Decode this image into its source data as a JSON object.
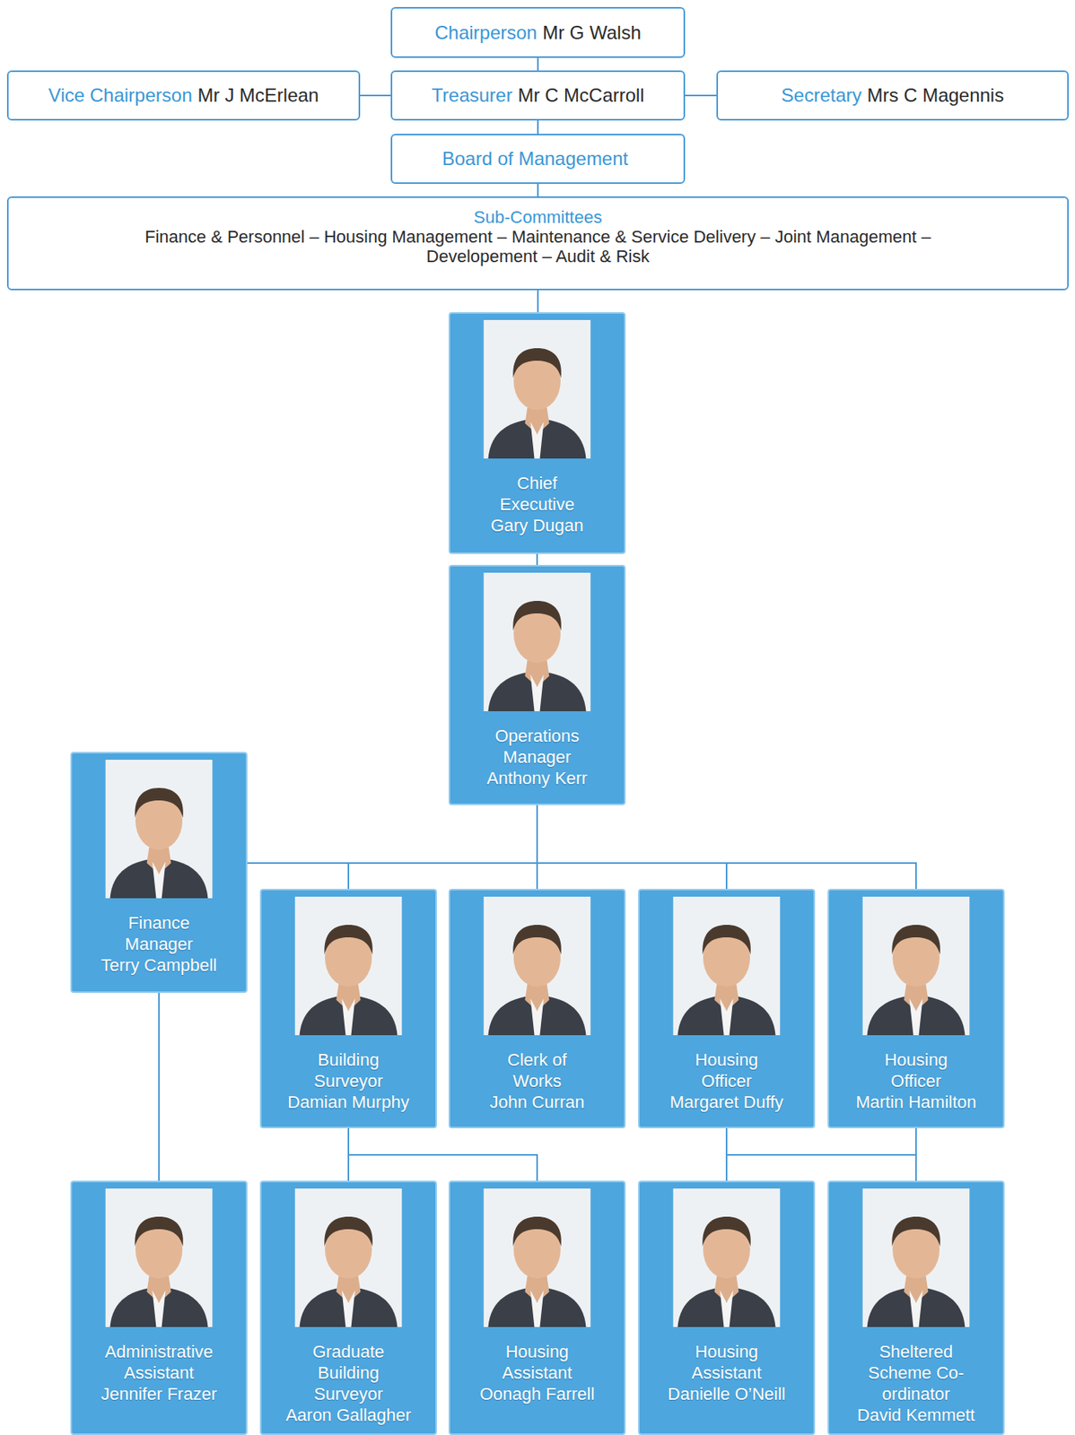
{
  "diagram": {
    "nodes": [
      {
        "text": [
          "Chairperson",
          "Mr G Walsh"
        ]
      },
      {
        "text": [
          "Vice Chairperson",
          "Mr J McErlean"
        ]
      },
      {
        "text": [
          "Treasurer",
          "Mr C McCarroll"
        ]
      },
      {
        "text": [
          "Secretary",
          "Mrs C Magennis"
        ]
      },
      {
        "text": [
          "Board of Management"
        ]
      },
      {
        "text": [
          "Sub-Committees",
          "Finance & Personnel – Housing Management – Maintenance & Service Delivery – Joint Management – Developement – Audit & Risk"
        ]
      },
      {
        "text": [
          "Chief Executive",
          "Gary Dugan"
        ]
      },
      {
        "text": [
          "Operations Manager",
          "Anthony Kerr"
        ]
      },
      {
        "text": [
          "Finance Manager",
          "Terry Campbell"
        ]
      },
      {
        "text": [
          "Building Surveyor",
          "Damian Murphy"
        ]
      },
      {
        "text": [
          "Clerk of Works",
          "John Curran"
        ]
      },
      {
        "text": [
          "Housing Officer",
          "Margaret Duffy"
        ]
      },
      {
        "text": [
          "Housing Officer",
          "Martin Hamilton"
        ]
      },
      {
        "text": [
          "Administrative Assistant",
          "Jennifer Frazer"
        ]
      },
      {
        "text": [
          "Graduate Building Surveyor",
          "Aaron Gallagher"
        ]
      },
      {
        "text": [
          "Housing Assistant",
          "Oonagh Farrell"
        ]
      },
      {
        "text": [
          "Housing Assistant",
          "Danielle O’Neill"
        ]
      },
      {
        "text": [
          "Sheltered Scheme Co-ordinator",
          "David Kemmett"
        ]
      }
    ],
    "edges": [
      {
        "from": 0,
        "to": 2,
        "arrow": "none"
      },
      {
        "from": 2,
        "to": 1,
        "arrow": "none"
      },
      {
        "from": 2,
        "to": 3,
        "arrow": "none"
      },
      {
        "from": 2,
        "to": 4,
        "arrow": "none"
      },
      {
        "from": 4,
        "to": 5,
        "arrow": "none"
      },
      {
        "from": 5,
        "to": 6,
        "arrow": "none"
      },
      {
        "from": 6,
        "to": 7,
        "arrow": "none"
      },
      {
        "from": 7,
        "to": 8,
        "arrow": "none"
      },
      {
        "from": 7,
        "to": 9,
        "arrow": "none"
      },
      {
        "from": 7,
        "to": 10,
        "arrow": "none"
      },
      {
        "from": 7,
        "to": 11,
        "arrow": "none"
      },
      {
        "from": 7,
        "to": 12,
        "arrow": "none"
      },
      {
        "from": 8,
        "to": 13,
        "arrow": "none"
      },
      {
        "from": 9,
        "to": 14,
        "arrow": "none"
      },
      {
        "from": 9,
        "to": 15,
        "arrow": "none"
      },
      {
        "from": 11,
        "to": 16,
        "arrow": "none"
      },
      {
        "from": 11,
        "to": 17,
        "arrow": "none"
      },
      {
        "from": 12,
        "to": 16,
        "arrow": "none"
      },
      {
        "from": 12,
        "to": 17,
        "arrow": "none"
      }
    ]
  }
}
